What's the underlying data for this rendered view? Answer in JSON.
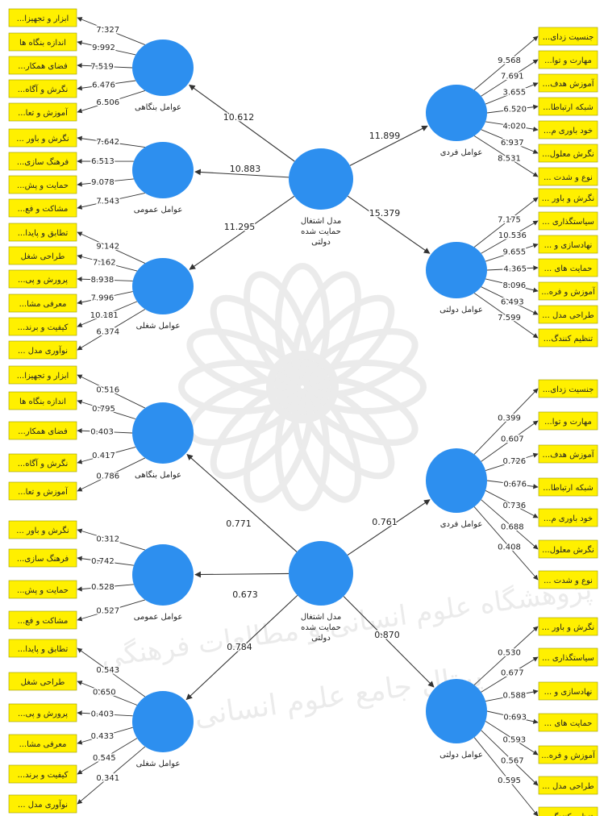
{
  "colors": {
    "indicator_fill": "#FFF000",
    "indicator_stroke": "#9a9a00",
    "construct_fill": "#2D8FEF",
    "edge": "#333333",
    "text": "#222222",
    "watermark": "#8c8c8c"
  },
  "watermark": {
    "line1": "پژوهشگاه علوم انسانی و مطالعات فرهنگی",
    "line2": "پرتال جامع علوم انسانی"
  },
  "models": [
    {
      "id": "tvalues",
      "center": {
        "label_lines": [
          "مدل اشتغال",
          "حمایت شده",
          "دولتی"
        ]
      },
      "constructs": [
        {
          "id": "facility",
          "label": "عوامل بنگاهی",
          "path": "10.612",
          "indicators": [
            "...ابزار و تجهیزا",
            "اندازه بنگاه ها",
            "...فضای همکار",
            "...نگرش و آگاه",
            "...آموزش و تعا"
          ],
          "loadings": [
            "7.327",
            "9.992",
            "7.519",
            "6.476",
            "6.506"
          ]
        },
        {
          "id": "general",
          "label": "عوامل عمومی",
          "path": "10.883",
          "indicators": [
            "... نگرش و باور",
            "...فرهنگ سازی",
            "...حمایت و پش",
            "...مشاکت و فع"
          ],
          "loadings": [
            "7.642",
            "6.513",
            "9.078",
            "7.543"
          ]
        },
        {
          "id": "job",
          "label": "عوامل شغلی",
          "path": "11.295",
          "indicators": [
            "...تطابق و پایدا",
            "طراحی شغل",
            "...پرورش و پی",
            "...معرفی مشا",
            "...کیفیت و برند",
            "... نوآوری مدل"
          ],
          "loadings": [
            "9.142",
            "7.162",
            "8.938",
            "7.996",
            "10.181",
            "6.374"
          ]
        },
        {
          "id": "individual",
          "label": "عوامل فردی",
          "path": "11.899",
          "indicators": [
            "...جنسیت زدای",
            "...مهارت و توا",
            "...آموزش هدف",
            "...شبکه ارتباطا",
            "...خود باوری م",
            "...نگرش معلول",
            "... نوع و شدت"
          ],
          "loadings": [
            "9.568",
            "7.691",
            "3.655",
            "6.520",
            "4.020",
            "6.937",
            "8.531"
          ]
        },
        {
          "id": "government",
          "label": "عوامل دولتی",
          "path": "15.379",
          "indicators": [
            "... نگرش و باور",
            "... سیاستگذاری",
            "... نهادسازی و",
            "... حمایت های",
            "...آموزش و فره",
            "... طراحی مدل",
            "...تنظیم کنندگ"
          ],
          "loadings": [
            "7.175",
            "10.536",
            "9.655",
            "4.365",
            "8.096",
            "6.493",
            "7.599"
          ]
        }
      ]
    },
    {
      "id": "loadings",
      "center": {
        "label_lines": [
          "مدل اشتغال",
          "حمایت شده",
          "دولتی"
        ]
      },
      "constructs": [
        {
          "id": "facility",
          "label": "عوامل بنگاهی",
          "path": "0.771",
          "indicators": [
            "...ابزار و تجهیزا",
            "اندازه بنگاه ها",
            "...فضای همکار",
            "...نگرش و آگاه",
            "...آموزش و تعا"
          ],
          "loadings": [
            "0.516",
            "0.795",
            "0.403",
            "0.417",
            "0.786"
          ]
        },
        {
          "id": "general",
          "label": "عوامل عمومی",
          "path": "0.673",
          "indicators": [
            "... نگرش و باور",
            "...فرهنگ سازی",
            "...حمایت و پش",
            "...مشاکت و فع"
          ],
          "loadings": [
            "0.312",
            "0.742",
            "0.528",
            "0.527"
          ]
        },
        {
          "id": "job",
          "label": "عوامل شغلی",
          "path": "0.784",
          "indicators": [
            "...تطابق و پایدا",
            "طراحی شغل",
            "...پرورش و پی",
            "...معرفی مشا",
            "...کیفیت و برند",
            "... نوآوری مدل"
          ],
          "loadings": [
            "0.543",
            "0.650",
            "0.403",
            "0.433",
            "0.545",
            "0.341"
          ]
        },
        {
          "id": "individual",
          "label": "عوامل فردی",
          "path": "0.761",
          "indicators": [
            "...جنسیت زدای",
            "...مهارت و توا",
            "...آموزش هدف",
            "...شبکه ارتباطا",
            "...خود باوری م",
            "...نگرش معلول",
            "... نوع و شدت"
          ],
          "loadings": [
            "0.399",
            "0.607",
            "0.726",
            "0.676",
            "0.736",
            "0.688",
            "0.408"
          ]
        },
        {
          "id": "government",
          "label": "عوامل دولتی",
          "path": "0.870",
          "indicators": [
            "... نگرش و باور",
            "... سیاستگذاری",
            "... نهادسازی و",
            "... حمایت های",
            "...آموزش و فره",
            "... طراحی مدل",
            "...تنظیم کنندگ"
          ],
          "loadings": [
            "0.530",
            "0.677",
            "0.588",
            "0.693",
            "0.593",
            "0.567",
            "0.595"
          ]
        }
      ]
    }
  ]
}
